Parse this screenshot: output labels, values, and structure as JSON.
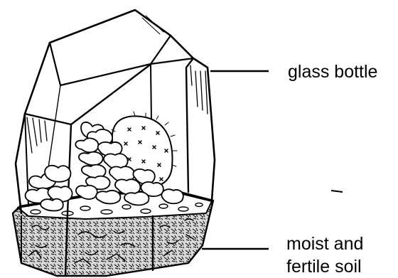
{
  "labels": {
    "glass_bottle": "glass bottle",
    "soil_line1": "moist and",
    "soil_line2": "fertile soil"
  },
  "colors": {
    "ink": "#000000",
    "paper": "#ffffff",
    "soil_fill": "#dcdcdc"
  },
  "icons": {
    "terrarium": "glass-terrarium-with-plants-icon"
  }
}
